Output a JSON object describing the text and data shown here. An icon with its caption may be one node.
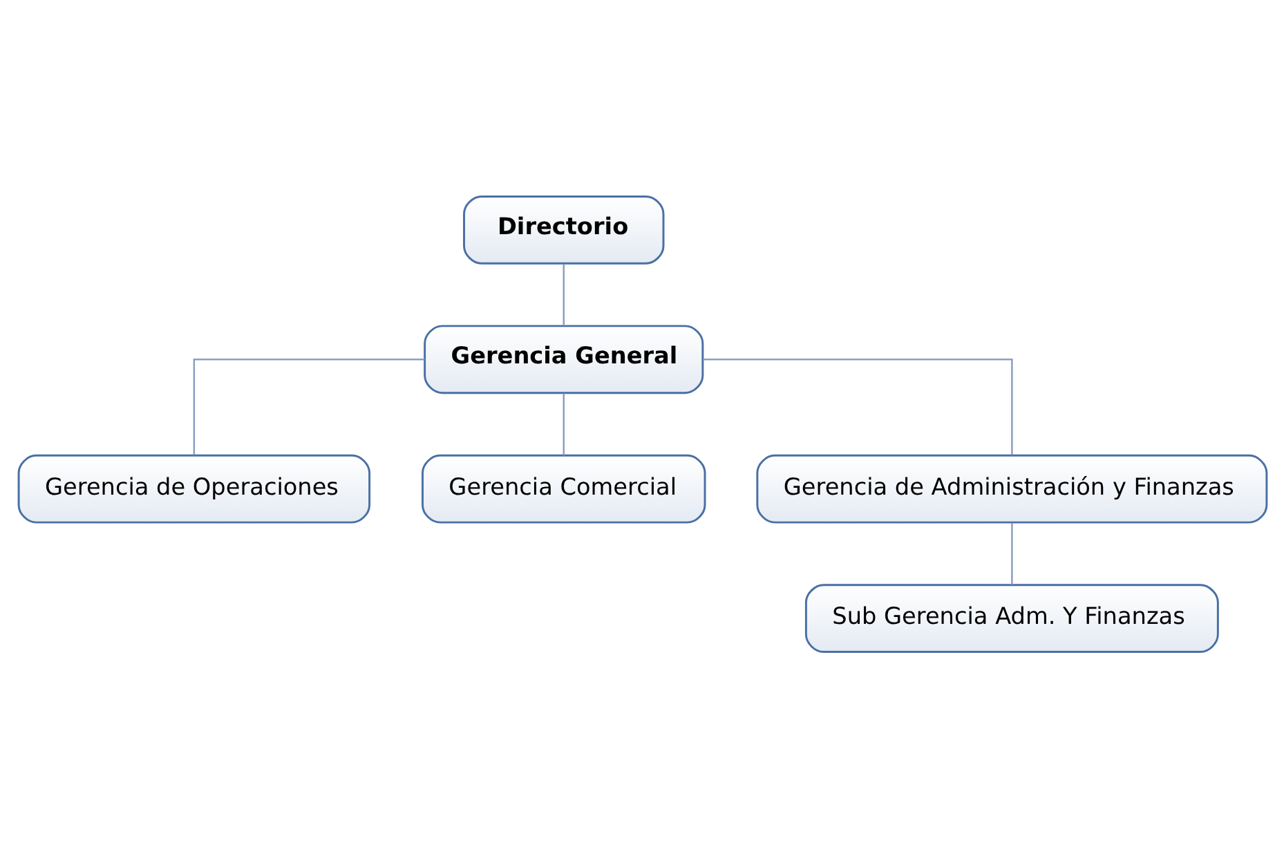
{
  "diagram": {
    "nodes": [
      {
        "text": [
          "Directorio"
        ]
      },
      {
        "text": [
          "Gerencia General"
        ]
      },
      {
        "text": [
          "Gerencia de Operaciones"
        ]
      },
      {
        "text": [
          "Gerencia Comercial"
        ]
      },
      {
        "text": [
          "Gerencia de Administración y Finanzas"
        ]
      },
      {
        "text": [
          "Sub Gerencia Adm. Y Finanzas"
        ]
      }
    ],
    "edges": [
      {
        "from": 0,
        "to": 1,
        "arrow": "none"
      },
      {
        "from": 1,
        "to": 2,
        "arrow": "none"
      },
      {
        "from": 1,
        "to": 3,
        "arrow": "none"
      },
      {
        "from": 1,
        "to": 4,
        "arrow": "none"
      },
      {
        "from": 4,
        "to": 5,
        "arrow": "none"
      }
    ]
  }
}
